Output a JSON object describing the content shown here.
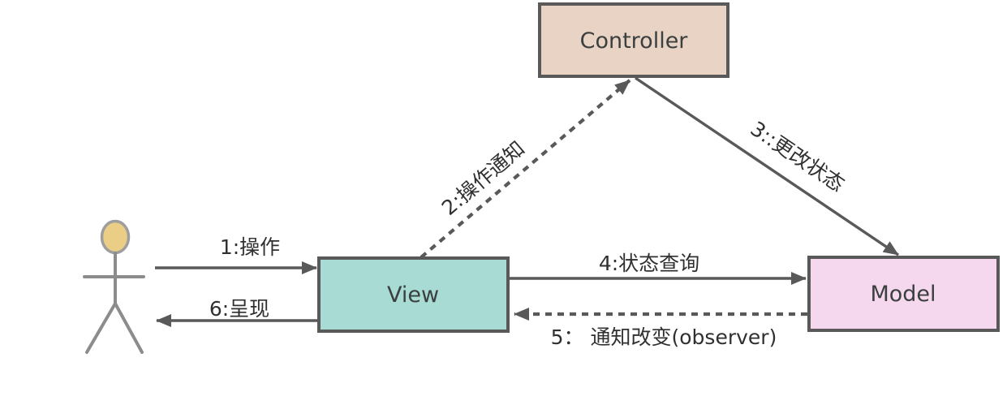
{
  "nodes": {
    "controller": {
      "label": "Controller",
      "fill": "#e9d3c5"
    },
    "view": {
      "label": "View",
      "fill": "#a7dbd3"
    },
    "model": {
      "label": "Model",
      "fill": "#f5d8ed"
    }
  },
  "messages": {
    "m1": {
      "label": "1:操作"
    },
    "m2": {
      "label": "2:操作通知"
    },
    "m3": {
      "label": "3::更改状态"
    },
    "m4": {
      "label": "4:状态查询"
    },
    "m5": {
      "label": "5： 通知改变(observer)"
    },
    "m6": {
      "label": "6:呈现"
    }
  },
  "colors": {
    "arrow": "#595959",
    "box_border": "#595959",
    "text": "#303030",
    "actor_line": "#8c8c8c",
    "actor_head_fill": "#eace85",
    "actor_head_stroke": "#9e9e9e",
    "background": "#ffffff"
  }
}
